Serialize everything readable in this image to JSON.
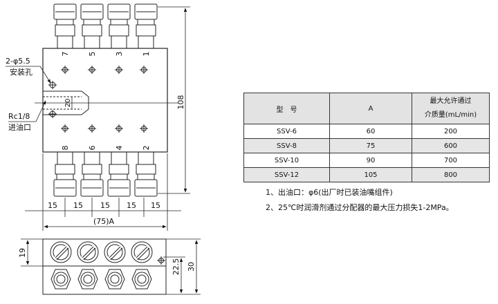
{
  "drawing": {
    "outlet_numbers_top": [
      "7",
      "5",
      "3",
      "1"
    ],
    "outlet_numbers_bottom": [
      "8",
      "6",
      "4",
      "2"
    ],
    "callouts": {
      "mount_hole_size": "2-φ5.5",
      "mount_hole_name": "安装孔",
      "inlet_thread": "Rc1/8",
      "inlet_name": "进油口"
    },
    "dimensions": {
      "height": "108",
      "inlet_center": "20",
      "pitches": [
        "15",
        "15",
        "15",
        "15",
        "15"
      ],
      "overall_length": "(75)A",
      "side_height": "19",
      "side_offset": "22.5",
      "side_total": "30"
    }
  },
  "table": {
    "headers": {
      "model": "型　号",
      "a": "A",
      "flow_line1": "最大允许通过",
      "flow_line2": "介质量(mL/min)"
    },
    "rows": [
      {
        "model": "SSV-6",
        "a": "60",
        "flow": "200"
      },
      {
        "model": "SSV-8",
        "a": "75",
        "flow": "600"
      },
      {
        "model": "SSV-10",
        "a": "90",
        "flow": "700"
      },
      {
        "model": "SSV-12",
        "a": "105",
        "flow": "800"
      }
    ]
  },
  "notes": [
    "1、出油口：φ6(出厂时已装油嘴组件)",
    "2、25℃时润滑剂通过分配器的最大压力损失1-2MPa。"
  ]
}
